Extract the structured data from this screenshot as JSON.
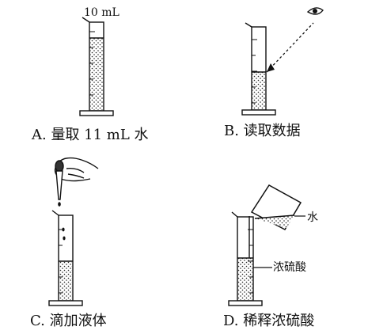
{
  "panels": [
    {
      "id": "A",
      "caption": "A. 量取 11 mL 水",
      "label": "10 mL"
    },
    {
      "id": "B",
      "caption": "B. 读取数据"
    },
    {
      "id": "C",
      "caption": "C. 滴加液体"
    },
    {
      "id": "D",
      "caption": "D. 稀释浓硫酸",
      "labels": [
        "水",
        "浓硫酸"
      ]
    }
  ]
}
